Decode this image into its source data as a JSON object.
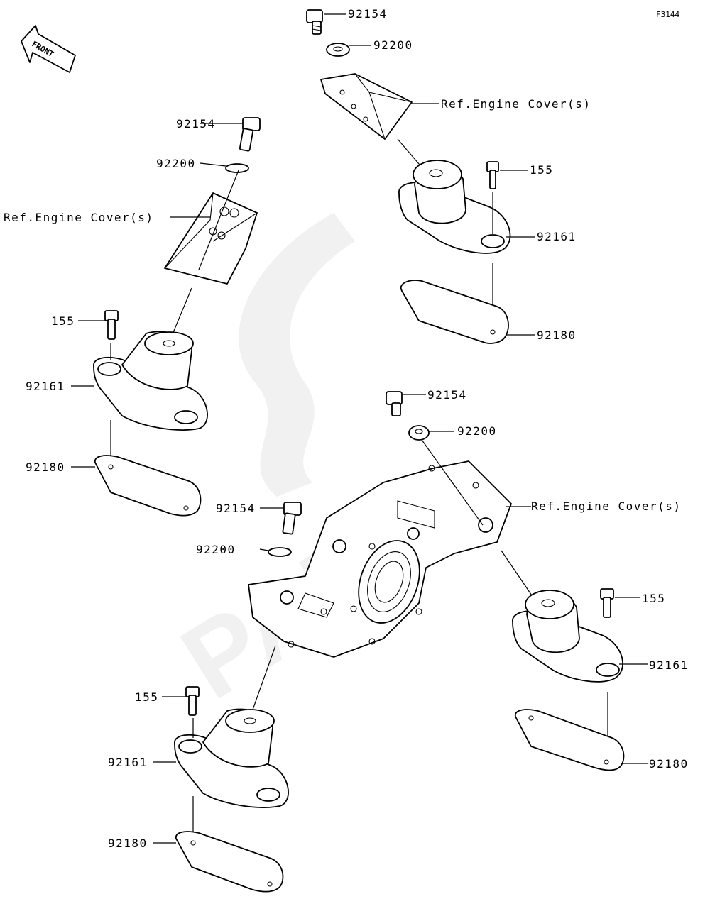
{
  "figure_code": "F3144",
  "front_label": "FRONT",
  "watermark": "PARTS",
  "labels": [
    "92154",
    "92200",
    "Ref.Engine Cover(s)",
    "155",
    "92161",
    "92180",
    "92154",
    "92200",
    "Ref.Engine Cover(s)",
    "155",
    "92161",
    "92180",
    "92154",
    "92200",
    "Ref.Engine Cover(s)",
    "155",
    "92161",
    "92180",
    "92154",
    "92200",
    "155",
    "92161",
    "92180"
  ]
}
